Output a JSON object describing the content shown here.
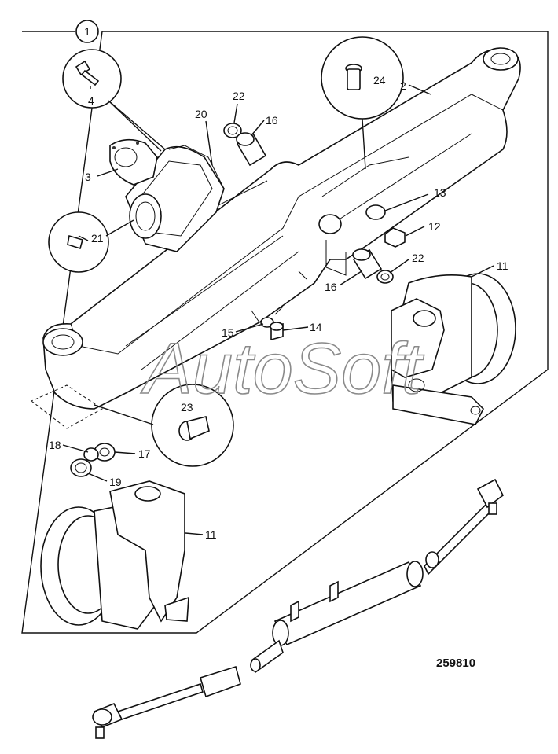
{
  "figure": {
    "group_number": "1",
    "drawing_number": "259810",
    "watermark": "AutoSoft"
  },
  "callouts": [
    {
      "id": "c4",
      "text": "4"
    },
    {
      "id": "c2",
      "text": "2"
    },
    {
      "id": "c24",
      "text": "24"
    },
    {
      "id": "c22a",
      "text": "22"
    },
    {
      "id": "c16a",
      "text": "16"
    },
    {
      "id": "c20",
      "text": "20"
    },
    {
      "id": "c3",
      "text": "3"
    },
    {
      "id": "c13",
      "text": "13"
    },
    {
      "id": "c12",
      "text": "12"
    },
    {
      "id": "c21",
      "text": "21"
    },
    {
      "id": "c22b",
      "text": "22"
    },
    {
      "id": "c11a",
      "text": "11"
    },
    {
      "id": "c16b",
      "text": "16"
    },
    {
      "id": "c15",
      "text": "15"
    },
    {
      "id": "c14",
      "text": "14"
    },
    {
      "id": "c23",
      "text": "23"
    },
    {
      "id": "c18",
      "text": "18"
    },
    {
      "id": "c17",
      "text": "17"
    },
    {
      "id": "c19",
      "text": "19"
    },
    {
      "id": "c11b",
      "text": "11"
    }
  ]
}
